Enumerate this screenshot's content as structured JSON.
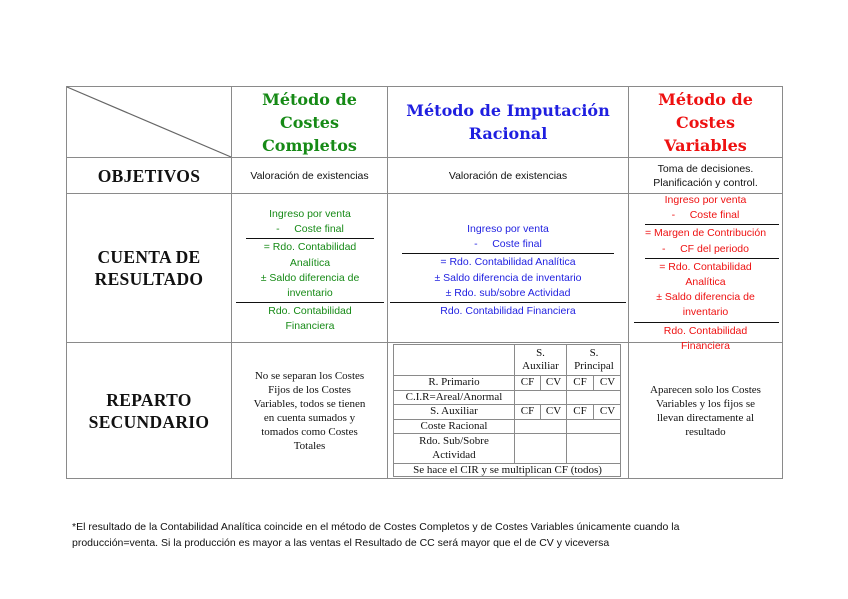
{
  "columns": {
    "completos": {
      "title_lines": [
        "Método de",
        "Costes",
        "Completos"
      ],
      "color": "#168a16"
    },
    "racional": {
      "title_lines": [
        "Método de Imputación",
        "Racional"
      ],
      "color": "#1f1fe0"
    },
    "variables": {
      "title_lines": [
        "Método de",
        "Costes",
        "Variables"
      ],
      "color": "#ee1111"
    }
  },
  "rows": {
    "objetivos": {
      "label": "OBJETIVOS",
      "completos": "Valoración de existencias",
      "racional": "Valoración de existencias",
      "variables": [
        "Toma de decisiones.",
        "Planificación y control."
      ]
    },
    "cuenta": {
      "label_lines": [
        "CUENTA DE",
        "RESULTADO"
      ],
      "completos": {
        "top": [
          "Ingreso por venta",
          "-     Coste final"
        ],
        "middle": [
          "= Rdo. Contabilidad",
          "Analítica",
          "± Saldo diferencia de",
          "inventario"
        ],
        "bottom": [
          "Rdo. Contabilidad",
          "Financiera"
        ]
      },
      "racional": {
        "top": [
          "Ingreso por venta",
          "-     Coste final"
        ],
        "middle": [
          "= Rdo. Contabilidad Analítica",
          "± Saldo diferencia de inventario",
          "± Rdo. sub/sobre Actividad"
        ],
        "bottom": [
          "Rdo. Contabilidad Financiera"
        ]
      },
      "variables": {
        "top": [
          "Ingreso por venta",
          "-     Coste final"
        ],
        "middle1": [
          "= Margen de Contribución",
          "-     CF del periodo"
        ],
        "middle2": [
          "= Rdo. Contabilidad",
          "Analítica",
          "± Saldo diferencia de",
          "inventario"
        ],
        "bottom": [
          "Rdo. Contabilidad",
          "Financiera"
        ]
      }
    },
    "reparto": {
      "label_lines": [
        "REPARTO",
        "SECUNDARIO"
      ],
      "completos": [
        "No se separan los Costes",
        "Fijos de los Costes",
        "Variables, todos se tienen",
        "en cuenta sumados y",
        "tomados como Costes",
        "Totales"
      ],
      "racional_table": {
        "headers": [
          "S. Auxiliar",
          "S. Principal"
        ],
        "rows": [
          {
            "label": "R. Primario",
            "cells": [
              "CF",
              "CV",
              "CF",
              "CV"
            ]
          },
          {
            "label": "C.I.R=Areal/Anormal",
            "cells": []
          },
          {
            "label": "S. Auxiliar",
            "cells": [
              "CF",
              "CV",
              "CF",
              "CV"
            ]
          },
          {
            "label": "Coste Racional",
            "cells": []
          },
          {
            "label": "Rdo. Sub/Sobre Actividad",
            "cells": []
          }
        ],
        "footer": "Se hace el CIR y se multiplican CF (todos)"
      },
      "variables": [
        "Aparecen solo los Costes",
        "Variables y los fijos se",
        "llevan directamente al",
        "resultado"
      ]
    }
  },
  "footnote": {
    "line1": "*El resultado de la Contabilidad Analítica coincide en el método de Costes Completos y de Costes Variables únicamente cuando la",
    "line2": "producción=venta. Si la producción es mayor a las ventas el Resultado de CC será mayor que el de CV y viceversa"
  }
}
